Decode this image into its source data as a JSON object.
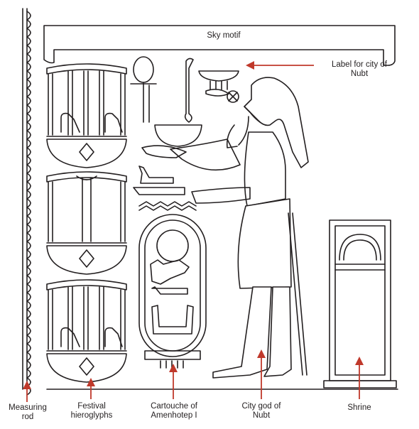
{
  "labels": {
    "sky_motif": "Sky motif",
    "city_label": "Label for city of\nNubt",
    "measuring_rod": "Measuring\nrod",
    "festival": "Festival\nhieroglyphs",
    "cartouche": "Cartouche of\nAmenhotep I",
    "city_god": "City god of\nNubt",
    "shrine": "Shrine"
  },
  "colors": {
    "ink": "#231f20",
    "arrow": "#c0392b",
    "background": "#ffffff"
  }
}
